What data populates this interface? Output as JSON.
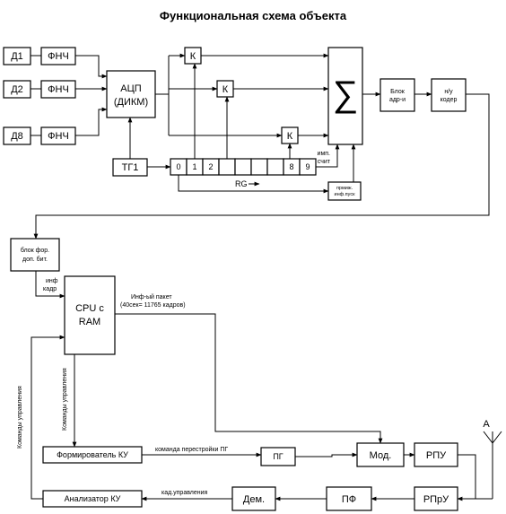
{
  "title": "Функциональная схема объекта",
  "sensors": [
    "Д1",
    "Д2",
    "Д8"
  ],
  "filters": [
    "ФНЧ",
    "ФНЧ",
    "ФНЧ"
  ],
  "adc_line1": "АЦП",
  "adc_line2": "(ДИКМ)",
  "keys": [
    "К",
    "К",
    "К"
  ],
  "sum_symbol": "∑",
  "block_adr_line1": "Блок",
  "block_adr_line2": "адр-и",
  "coder_line1": "н/у",
  "coder_line2": "кодер",
  "tg1": "ТГ1",
  "register_cells": [
    "0",
    "1",
    "2",
    "",
    "",
    "",
    "",
    "8",
    "9"
  ],
  "rg_label": "RG",
  "imp_count_line1": "имп.",
  "imp_count_line2": "счит",
  "form_sync_line1": "прмиж.",
  "form_sync_line2": "инф.пуск",
  "block_form_line1": "блок фор.",
  "block_form_line2": "доп. бит.",
  "inf_kadr_line1": "инф",
  "inf_kadr_line2": "кадр",
  "cpu_line1": "CPU  c",
  "cpu_line2": "RAM",
  "packet_line1": "Инф-ый пакет",
  "packet_line2": "(40сек= 11765 кадров)",
  "cmd_vert_left": "Команды управления",
  "cmd_vert_right": "Команды управления",
  "former_ku": "Формирователь КУ",
  "cmd_reconfig": "команда перестройки ПГ",
  "pg": "ПГ",
  "mod": "Мод.",
  "rpu": "РПУ",
  "antenna": "А",
  "analyzer_ku": "Анализатор КУ",
  "kad_control": "кад.управления",
  "dem": "Дем.",
  "pf": "ПФ",
  "rpru": "РПрУ"
}
